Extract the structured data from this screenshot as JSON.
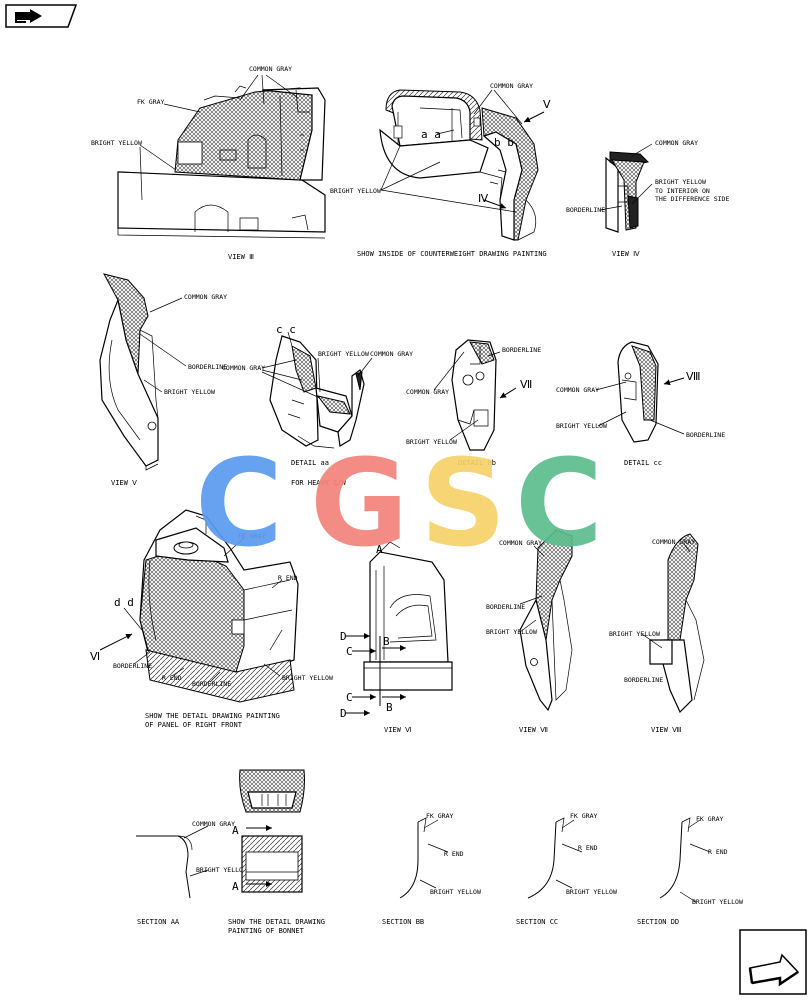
{
  "navigation": {
    "prev_icon": "arrow-back-icon",
    "next_icon": "arrow-next-icon"
  },
  "watermark": {
    "letters": [
      "C",
      "G",
      "S",
      "C"
    ],
    "colors": [
      "#5b9bf0",
      "#f3837b",
      "#f7d169",
      "#5cbd8d"
    ]
  },
  "labels": {
    "common_gray": "COMMON GRAY",
    "fk_gray": "FK GRAY",
    "bright_yellow": "BRIGHT YELLOW",
    "borderline": "BORDERLINE",
    "r_end": "R END",
    "to_interior": "TO INTERIOR ON",
    "difference_side": "THE DIFFERENCE SIDE"
  },
  "marks": {
    "aa": "a a",
    "bb": "b b",
    "cc": "c c",
    "dd": "d d",
    "iv": "Ⅳ",
    "v": "Ⅴ",
    "vi": "Ⅵ",
    "vii": "Ⅶ",
    "viii": "Ⅷ",
    "a": "A",
    "b": "B",
    "c": "C",
    "d": "D"
  },
  "captions": {
    "view_iii": "VIEW Ⅲ",
    "counterweight": "SHOW INSIDE OF COUNTERWEIGHT DRAWING PAINTING",
    "view_iv": "VIEW Ⅳ",
    "view_v": "VIEW Ⅴ",
    "detail_aa": "DETAIL aa",
    "heavy_cw": "FOR HEAVY C/W",
    "detail_bb": "DETAIL bb",
    "detail_cc": "DETAIL cc",
    "right_front_1": "SHOW THE DETAIL DRAWING PAINTING",
    "right_front_2": "OF PANEL OF RIGHT FRONT",
    "view_vi": "VIEW Ⅵ",
    "view_vii": "VIEW Ⅶ",
    "view_viii": "VIEW Ⅷ",
    "section_aa": "SECTION AA",
    "bonnet_1": "SHOW THE DETAIL DRAWING",
    "bonnet_2": "PAINTING OF BONNET",
    "section_bb": "SECTION BB",
    "section_cc": "SECTION CC",
    "section_dd": "SECTION DD"
  }
}
